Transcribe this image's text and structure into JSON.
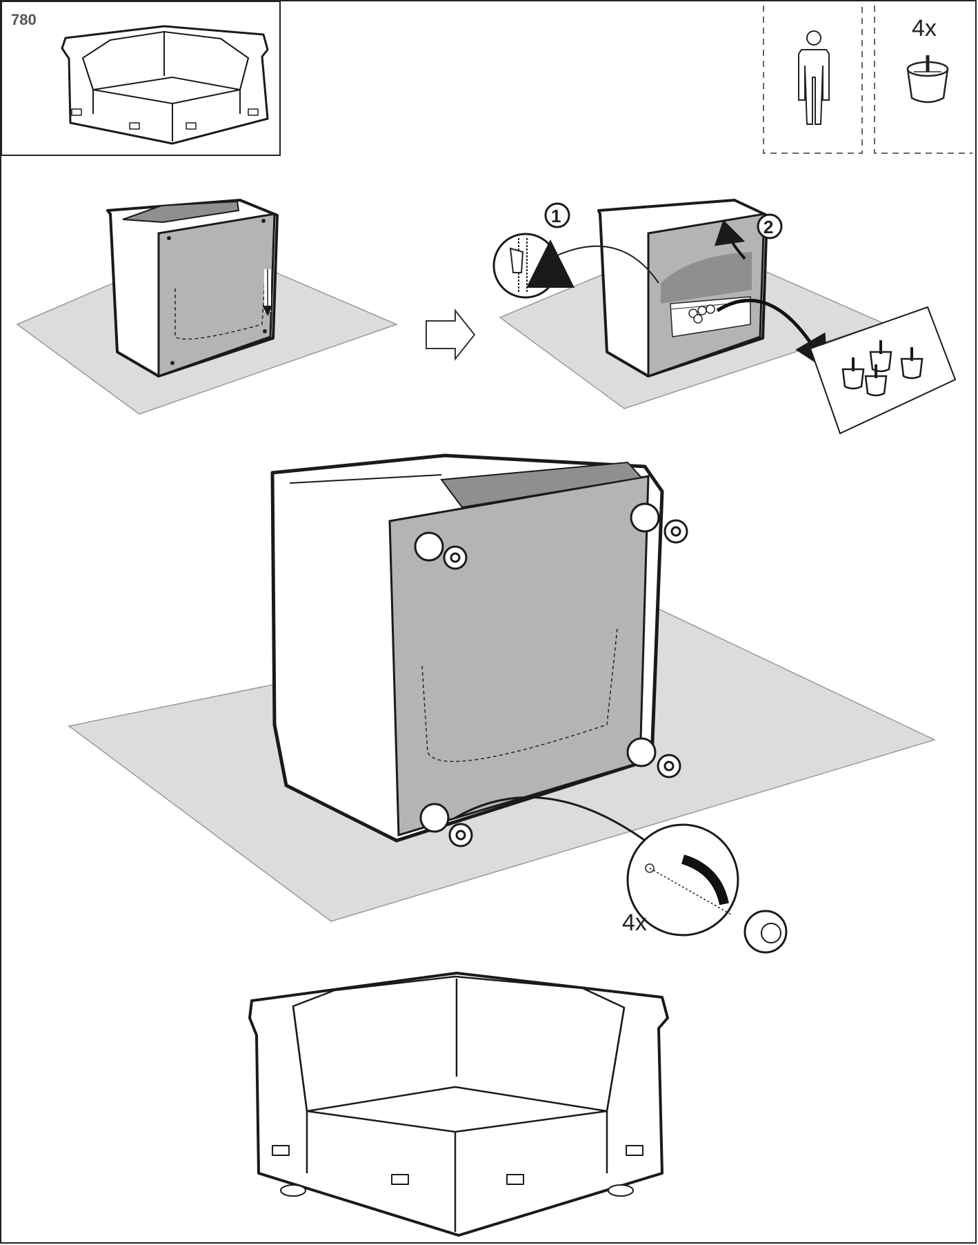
{
  "header": {
    "model_number": "780",
    "people_required_icon": "one-person-icon",
    "parts": {
      "quantity": "4x",
      "icon": "furniture-leg-icon"
    }
  },
  "steps": {
    "unzip_step_number": "1",
    "flap_step_number": "2",
    "leg_detail_quantity": "4x"
  },
  "colors": {
    "line": "#1a1a1a",
    "panel_gray": "#b3b4b6",
    "dark_gray": "#8e8f91",
    "rug_gray": "#dcdcdd",
    "white": "#ffffff"
  }
}
